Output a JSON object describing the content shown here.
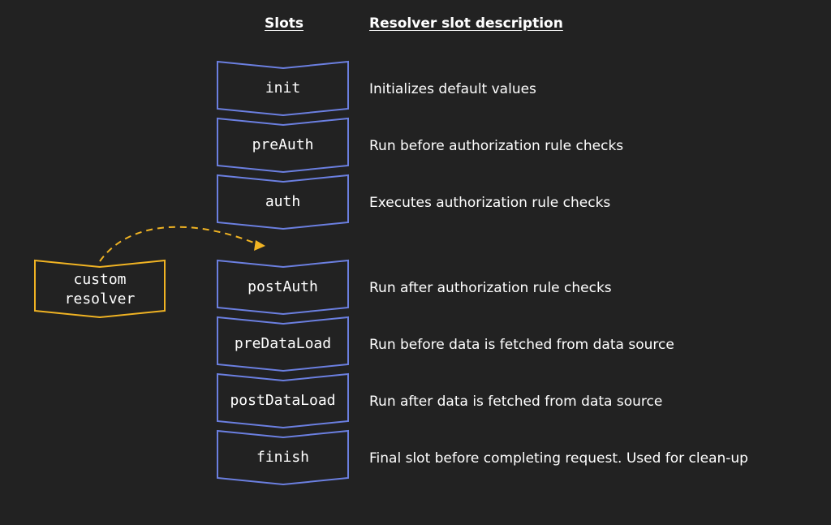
{
  "headers": {
    "slots": "Slots",
    "description": "Resolver slot description"
  },
  "slots": [
    {
      "name": "init",
      "description": "Initializes default values"
    },
    {
      "name": "preAuth",
      "description": "Run before authorization rule checks"
    },
    {
      "name": "auth",
      "description": "Executes authorization rule checks"
    },
    {
      "name": "postAuth",
      "description": "Run after authorization rule checks"
    },
    {
      "name": "preDataLoad",
      "description": "Run before data is fetched from data source"
    },
    {
      "name": "postDataLoad",
      "description": "Run after data is fetched from data source"
    },
    {
      "name": "finish",
      "description": "Final slot before completing request. Used for clean-up"
    }
  ],
  "custom_resolver": {
    "line1": "custom",
    "line2": "resolver"
  },
  "colors": {
    "slot_border": "#6b7fe0",
    "custom_border": "#f0b323",
    "arrow": "#f0b323",
    "background": "#222222"
  }
}
